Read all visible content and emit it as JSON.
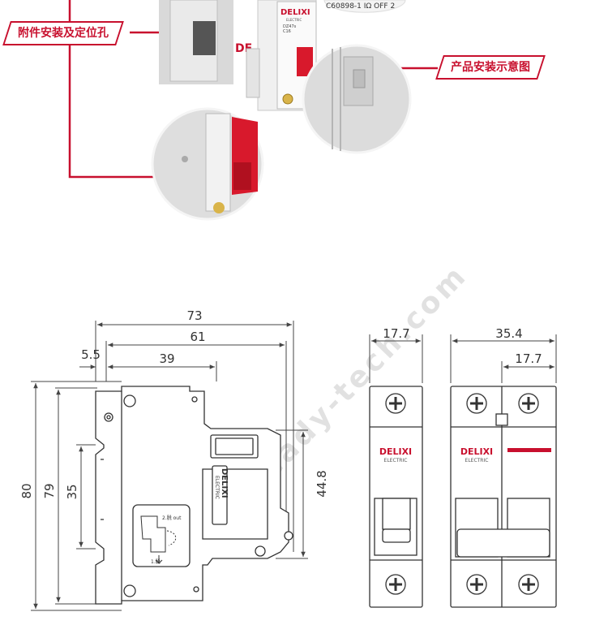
{
  "photo": {
    "callouts": {
      "accessory": "附件安装及定位孔",
      "install": "产品安装示意图"
    },
    "breaker_label": {
      "brand": "DELIXI",
      "sub": "ELECTRIC",
      "model": "DZ47s",
      "rating": "C16",
      "standard": "C60898-1 IΩ OFF 2"
    },
    "colors": {
      "accent": "#c8102e",
      "line": "#c8102e"
    }
  },
  "drawing": {
    "dims": {
      "d73": "73",
      "d61": "61",
      "d5_5": "5.5",
      "d39": "39",
      "d80": "80",
      "d79": "79",
      "d35": "35",
      "d44_8": "44.8",
      "d17_7a": "17.7",
      "d35_4": "35.4",
      "d17_7b": "17.7"
    },
    "side_label": {
      "brand": "DELIXI",
      "sub": "ELECTRIC"
    },
    "inset": {
      "out": "2.脱 out",
      "in": "1.脱"
    },
    "front_single": {
      "brand": "DELIXI",
      "sub": "ELECTRIC"
    },
    "front_double": {
      "brand": "DELIXI",
      "sub": "ELECTRIC"
    },
    "watermark": "www.steady-tech.com"
  }
}
